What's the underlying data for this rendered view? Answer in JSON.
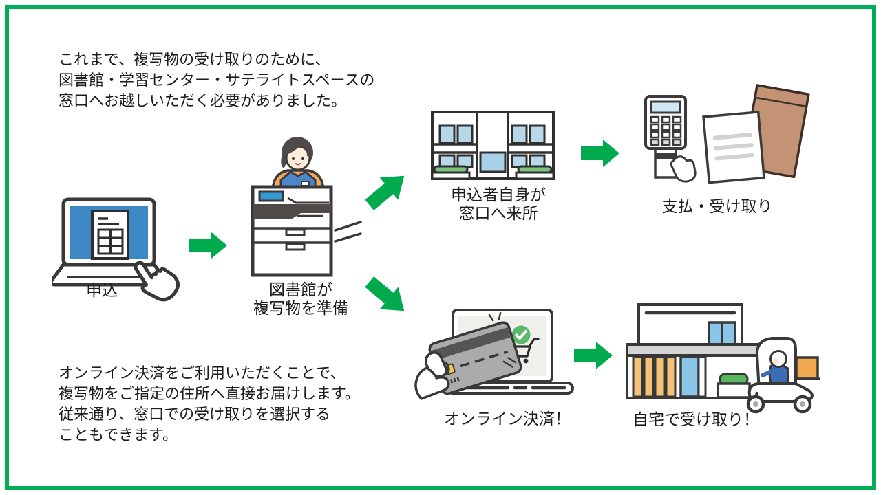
{
  "canvas": {
    "background": "#ffffff",
    "frame_color": "#00ac55"
  },
  "colors": {
    "arrow_green": "#00ab4e",
    "outline": "#383838",
    "text": "#1c1c1c",
    "laptop_screen_blue": "#3e87c5",
    "apron_blue": "#4e87c8",
    "shirt_orange": "#f2a960",
    "copier_band_gray": "#4d4a48",
    "window_light_blue": "#b7d8e9",
    "house_window_blue": "#8ac4e6",
    "terminal_screen_blue": "#cfe8f2",
    "envelope_brown": "#c49376",
    "bush_green": "#7cc57f",
    "check_green": "#5bb96a",
    "card_gray": "#ababab",
    "chip_yellow": "#f2c64b",
    "slat_orange": "#f5c177",
    "box_orange": "#f2a94e",
    "band_gray": "#d5d5d5"
  },
  "intro_text": {
    "lines": [
      "これまで、複写物の受け取りのために、",
      "図書館・学習センター・サテライトスペースの",
      "窓口へお越しいただく必要がありました。"
    ]
  },
  "outro_text": {
    "lines": [
      "オンライン決済をご利用いただくことで、",
      "複写物をご指定の住所へ直接お届けします。",
      "従来通り、窓口での受け取りを選択する",
      "こともできます。"
    ]
  },
  "steps": {
    "apply": {
      "label": "申込",
      "icon": "laptop-application-icon"
    },
    "prepare": {
      "label_line1": "図書館が",
      "label_line2": "複写物を準備",
      "icon": "librarian-copier-icon"
    },
    "visit": {
      "label_line1": "申込者自身が",
      "label_line2": "窓口へ来所",
      "icon": "library-building-icon"
    },
    "pay_pickup": {
      "label": "支払・受け取り",
      "icon": "payment-terminal-package-icon"
    },
    "online_payment": {
      "label": "オンライン決済！",
      "icon": "credit-card-checkout-icon"
    },
    "home_delivery": {
      "label": "自宅で受け取り！",
      "icon": "house-delivery-scooter-icon"
    }
  }
}
